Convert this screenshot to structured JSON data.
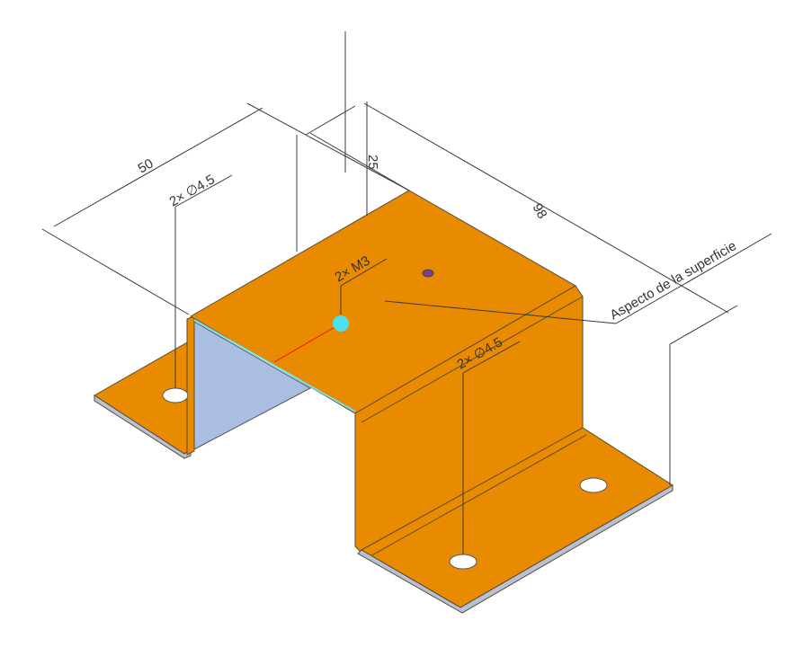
{
  "colors": {
    "part": "#E98B00",
    "inner_face": "#A9BEE0",
    "highlight_point": "#4DE0F0",
    "hole_marker": "#7A3E8F",
    "edge_highlight": "#FF2200"
  },
  "dimensions": {
    "width": "50",
    "height": "25",
    "length": "98"
  },
  "annotations": {
    "hole_left": "2× ∅4.5",
    "thread": "2× M3",
    "surface": "Aspecto de la superficie",
    "hole_right": "2× ∅4.5"
  }
}
